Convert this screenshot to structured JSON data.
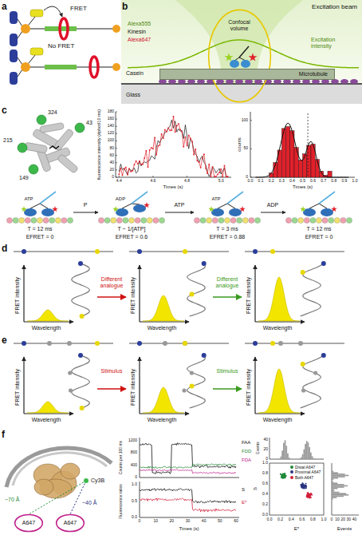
{
  "diagram": {
    "nodes": [
      {
        "text": [
          "Confocal volume"
        ]
      },
      {
        "text": [
          "Microtubule"
        ]
      },
      {
        "text": [
          "A647"
        ]
      },
      {
        "text": [
          "A647"
        ]
      }
    ],
    "labels": [
      "a",
      "FRET",
      "No FRET",
      "b",
      "Excitation beam",
      "Alexa555",
      "Kinesin",
      "Alexa647",
      "Excitation intensity",
      "Casein",
      "Glass",
      "c",
      "324",
      "43",
      "215",
      "149",
      "fluorescence intensity (#phot/10 ms)",
      "0",
      "20",
      "40",
      "60",
      "80",
      "100",
      "120",
      "140",
      "160",
      "180",
      "4.4",
      "4.6",
      "4.8",
      "5.0",
      "Times (s)",
      "counts",
      "0",
      "50",
      "100",
      "0.0",
      "0.1",
      "0.2",
      "0.3",
      "0.4",
      "0.5",
      "0.6",
      "0.7",
      "0.8",
      "0.9",
      "1.0",
      "Times (s)",
      "ATP",
      "P",
      "ADP",
      "ATP",
      "ATP",
      "ADP",
      "T = 12 ms",
      "EFRET = 0",
      "T ~ 1/[ATP]",
      "EFRET = 0.6",
      "T = 3 ms",
      "EFRET = 0.88",
      "T = 12 ms",
      "EFRET = 0",
      "d",
      "FRET intensity",
      "Wavelength",
      "Different analogue",
      "FRET intensity",
      "Wavelength",
      "Different analogue",
      "FRET intensity",
      "Wavelength",
      "e",
      "FRET intensity",
      "Wavelength",
      "Stimulus",
      "FRET intensity",
      "Wavelength",
      "Stimulus",
      "FRET intensity",
      "Wavelength",
      "f",
      "Cy3B",
      "~70 Å",
      "~40 Å",
      "Counts per 100 ms",
      "1200",
      "800",
      "400",
      "0",
      "FAA",
      "FDD",
      "FDA",
      "Fluorescence ratios",
      "1.0",
      "0.5",
      "0.0",
      "S",
      "E*",
      "0",
      "10",
      "20",
      "30",
      "40",
      "50",
      "60",
      "Times (s)",
      "Events",
      "S",
      "E*",
      "Events",
      "0.0",
      "0.2",
      "0.4",
      "0.6",
      "0.8",
      "1.0",
      "0.0",
      "0.2",
      "0.4",
      "0.6",
      "0.8",
      "1.0",
      "0",
      "20",
      "40",
      "0",
      "10",
      "20",
      "30",
      "40"
    ],
    "legend": [
      {
        "text": "Distal A647",
        "color": "#1f8a3a"
      },
      {
        "text": "Proximal A647",
        "color": "#2a3580"
      },
      {
        "text": "Both A647",
        "color": "#d0203a"
      }
    ]
  }
}
